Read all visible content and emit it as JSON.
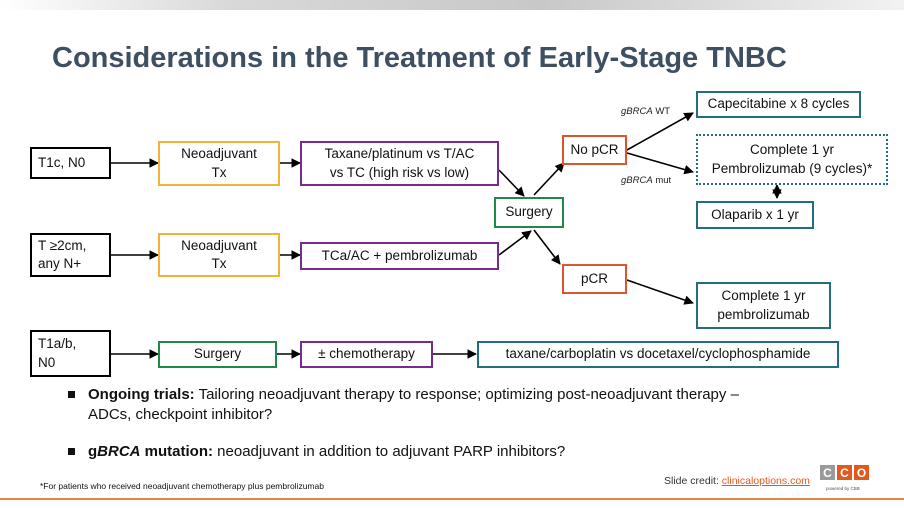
{
  "title": "Considerations in the Treatment of Early-Stage TNBC",
  "boxes": {
    "t1c": "T1c, N0",
    "neo1_l1": "Neoadjuvant",
    "neo1_l2": "Tx",
    "taxane_l1": "Taxane/platinum vs T/AC",
    "taxane_l2": "vs TC (high risk vs low)",
    "t2": "T ≥2cm,",
    "t2_l2": "any N+",
    "neo2_l1": "Neoadjuvant",
    "neo2_l2": "Tx",
    "tca": "TCa/AC + pembrolizumab",
    "surgery_mid": "Surgery",
    "nopcr": "No pCR",
    "pcr": "pCR",
    "cape": "Capecitabine x 8 cycles",
    "pembro9_l1": "Complete 1 yr",
    "pembro9_l2": "Pembrolizumab (9 cycles)*",
    "olaparib": "Olaparib x 1 yr",
    "pembro_l1": "Complete 1 yr",
    "pembro_l2": "pembrolizumab",
    "t1ab": "T1a/b,",
    "t1ab_l2": "N0",
    "surgery_low": "Surgery",
    "chemo": "± chemotherapy",
    "taxcarb": "taxane/carboplatin vs docetaxel/cyclophosphamide"
  },
  "labels": {
    "gbrca_wt_gene": "gBRCA",
    "gbrca_wt_status": " WT",
    "gbrca_mut_gene": "gBRCA",
    "gbrca_mut_status": " mut"
  },
  "bullets": [
    {
      "bold": "Ongoing trials:",
      "text": " Tailoring neoadjuvant therapy to response; optimizing post-neoadjuvant therapy –"
    },
    {
      "bold_pre": "g",
      "bold_italic": "BRCA",
      "bold_post": " mutation:",
      "text": " neoadjuvant in addition to adjuvant PARP inhibitors?"
    }
  ],
  "bullet1_line2": "ADCs, checkpoint inhibitor?",
  "footnote": "*For patients who received neoadjuvant chemotherapy plus pembrolizumab",
  "credit_prefix": "Slide credit: ",
  "credit_link": "clinicaloptions.com",
  "logo": {
    "letters": [
      "C",
      "C",
      "O"
    ],
    "colors": [
      "#9a9a9a",
      "#e05a1e",
      "#e05a1e"
    ],
    "sub": "powered by CBB"
  },
  "colors": {
    "title": "#3d4f61",
    "orange": "#f5b335",
    "purple": "#7a2a8c",
    "green": "#1d8a4a",
    "red": "#e0532b",
    "teal": "#1f6f7c"
  }
}
